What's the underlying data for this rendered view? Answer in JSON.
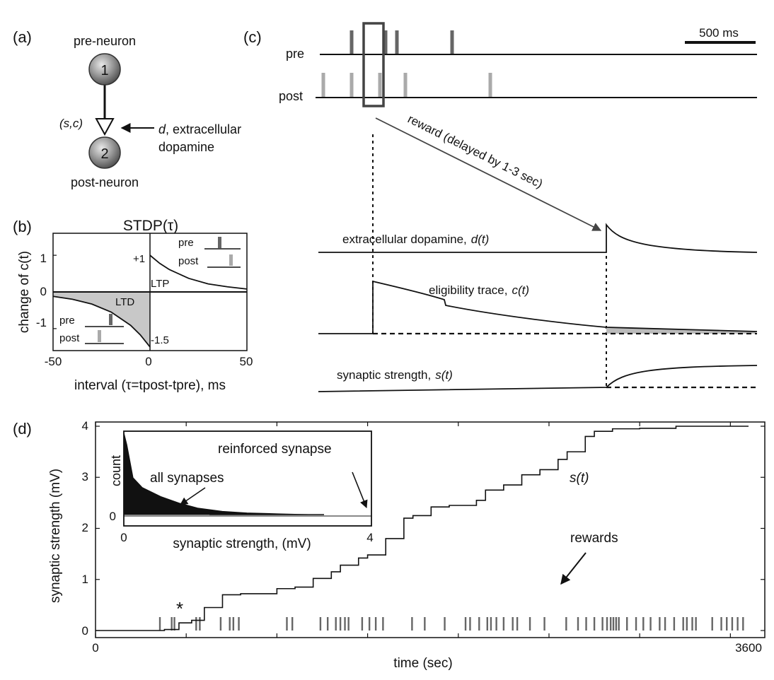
{
  "panels": {
    "a": {
      "label": "(a)",
      "pre_neuron_label": "pre-neuron",
      "post_neuron_label": "post-neuron",
      "neuron1_number": "1",
      "neuron2_number": "2",
      "synapse_label": "(s,c)",
      "dopamine_var": "d",
      "dopamine_text": ", extracellular",
      "dopamine_text2": "dopamine"
    },
    "b": {
      "label": "(b)",
      "title": "STDP(τ)",
      "ylabel": "change of c(t)",
      "xlabel": "interval (τ=tpost-tpre), ms",
      "x_ticks": [
        "-50",
        "0",
        "50"
      ],
      "y_ticks": [
        "1",
        "0",
        "-1"
      ],
      "plus_one_label": "+1",
      "minus_label": "-1.5",
      "ltp_label": "LTP",
      "ltd_label": "LTD",
      "pre_label": "pre",
      "post_label": "post",
      "chart_data": {
        "type": "line",
        "title": "STDP(τ)",
        "xlabel": "interval (τ=tpost-tpre), ms",
        "ylabel": "change of c(t)",
        "xlim": [
          -50,
          50
        ],
        "ylim": [
          -1.6,
          1.6
        ],
        "series": [
          {
            "name": "LTP",
            "x": [
              0,
              5,
              10,
              20,
              30,
              40,
              50
            ],
            "y": [
              1.0,
              0.78,
              0.61,
              0.37,
              0.22,
              0.14,
              0.08
            ]
          },
          {
            "name": "LTD",
            "x": [
              -50,
              -40,
              -30,
              -20,
              -10,
              -5,
              0
            ],
            "y": [
              -0.12,
              -0.2,
              -0.33,
              -0.55,
              -0.91,
              -1.17,
              -1.5
            ]
          }
        ],
        "annotations": [
          "+1",
          "-1.5",
          "LTP",
          "LTD"
        ]
      }
    },
    "c": {
      "label": "(c)",
      "pre_label": "pre",
      "post_label": "post",
      "scale_label": "500 ms",
      "reward_label": "reward (delayed by 1-3 sec)",
      "dopamine_label": "extracellular dopamine,",
      "dopamine_var": "d(t)",
      "eligibility_label": "eligibility trace,",
      "eligibility_var": "c(t)",
      "strength_label": "synaptic strength,",
      "strength_var": "s(t)",
      "pre_spike_times_ms": [
        200,
        440,
        520,
        910
      ],
      "post_spike_times_ms": [
        0,
        200,
        400,
        580,
        1180
      ]
    },
    "d": {
      "label": "(d)",
      "ylabel": "synaptic strength (mV)",
      "xlabel": "time (sec)",
      "x_ticks": [
        "0",
        "3600"
      ],
      "y_ticks": [
        "0",
        "1",
        "2",
        "3",
        "4"
      ],
      "series_label": "s(t)",
      "rewards_label": "rewards",
      "star_label": "*",
      "inset": {
        "ylabel": "count",
        "xlabel": "synaptic strength, (mV)",
        "x_ticks": [
          "0",
          "4"
        ],
        "y_tick": "0",
        "all_synapses_label": "all synapses",
        "reinforced_label": "reinforced synapse"
      },
      "chart_data": {
        "type": "line",
        "xlabel": "time (sec)",
        "ylabel": "synaptic strength (mV)",
        "xlim": [
          0,
          3600
        ],
        "ylim": [
          0,
          4
        ],
        "series": [
          {
            "name": "s(t)",
            "x": [
              0,
              380,
              460,
              530,
              600,
              700,
              800,
              1000,
              1100,
              1200,
              1300,
              1350,
              1450,
              1500,
              1600,
              1700,
              1750,
              1850,
              1950,
              2100,
              2150,
              2250,
              2350,
              2450,
              2550,
              2600,
              2700,
              2750,
              2850,
              3000,
              3200,
              3600
            ],
            "y": [
              0.0,
              0.02,
              0.15,
              0.2,
              0.45,
              0.7,
              0.72,
              0.82,
              0.85,
              1.02,
              1.15,
              1.28,
              1.42,
              1.48,
              1.8,
              2.2,
              2.25,
              2.42,
              2.45,
              2.55,
              2.75,
              2.85,
              3.05,
              3.15,
              3.35,
              3.5,
              3.8,
              3.9,
              3.95,
              3.96,
              4.0,
              4.0
            ]
          }
        ],
        "reward_times_sec": [
          355,
          420,
          435,
          555,
          575,
          690,
          740,
          760,
          790,
          1055,
          1085,
          1240,
          1280,
          1325,
          1350,
          1375,
          1395,
          1470,
          1510,
          1545,
          1585,
          1745,
          1815,
          1925,
          2040,
          2065,
          2115,
          2160,
          2180,
          2210,
          2250,
          2300,
          2325,
          2395,
          2475,
          2595,
          2660,
          2705,
          2750,
          2795,
          2820,
          2840,
          2855,
          2870,
          2885,
          2930,
          2980,
          3020,
          3060,
          3110,
          3140,
          3190,
          3240,
          3260,
          3290,
          3310,
          3400,
          3450,
          3480,
          3510,
          3540,
          3570
        ]
      },
      "inset_chart_data": {
        "type": "area",
        "xlabel": "synaptic strength, (mV)",
        "ylabel": "count",
        "xlim": [
          0,
          4
        ],
        "x": [
          0,
          0.05,
          0.15,
          0.3,
          0.6,
          0.9,
          1.2,
          1.6,
          2.0,
          2.5,
          3.0
        ],
        "y": [
          1.0,
          0.85,
          0.45,
          0.33,
          0.22,
          0.14,
          0.08,
          0.04,
          0.02,
          0.01,
          0.0
        ]
      }
    }
  }
}
